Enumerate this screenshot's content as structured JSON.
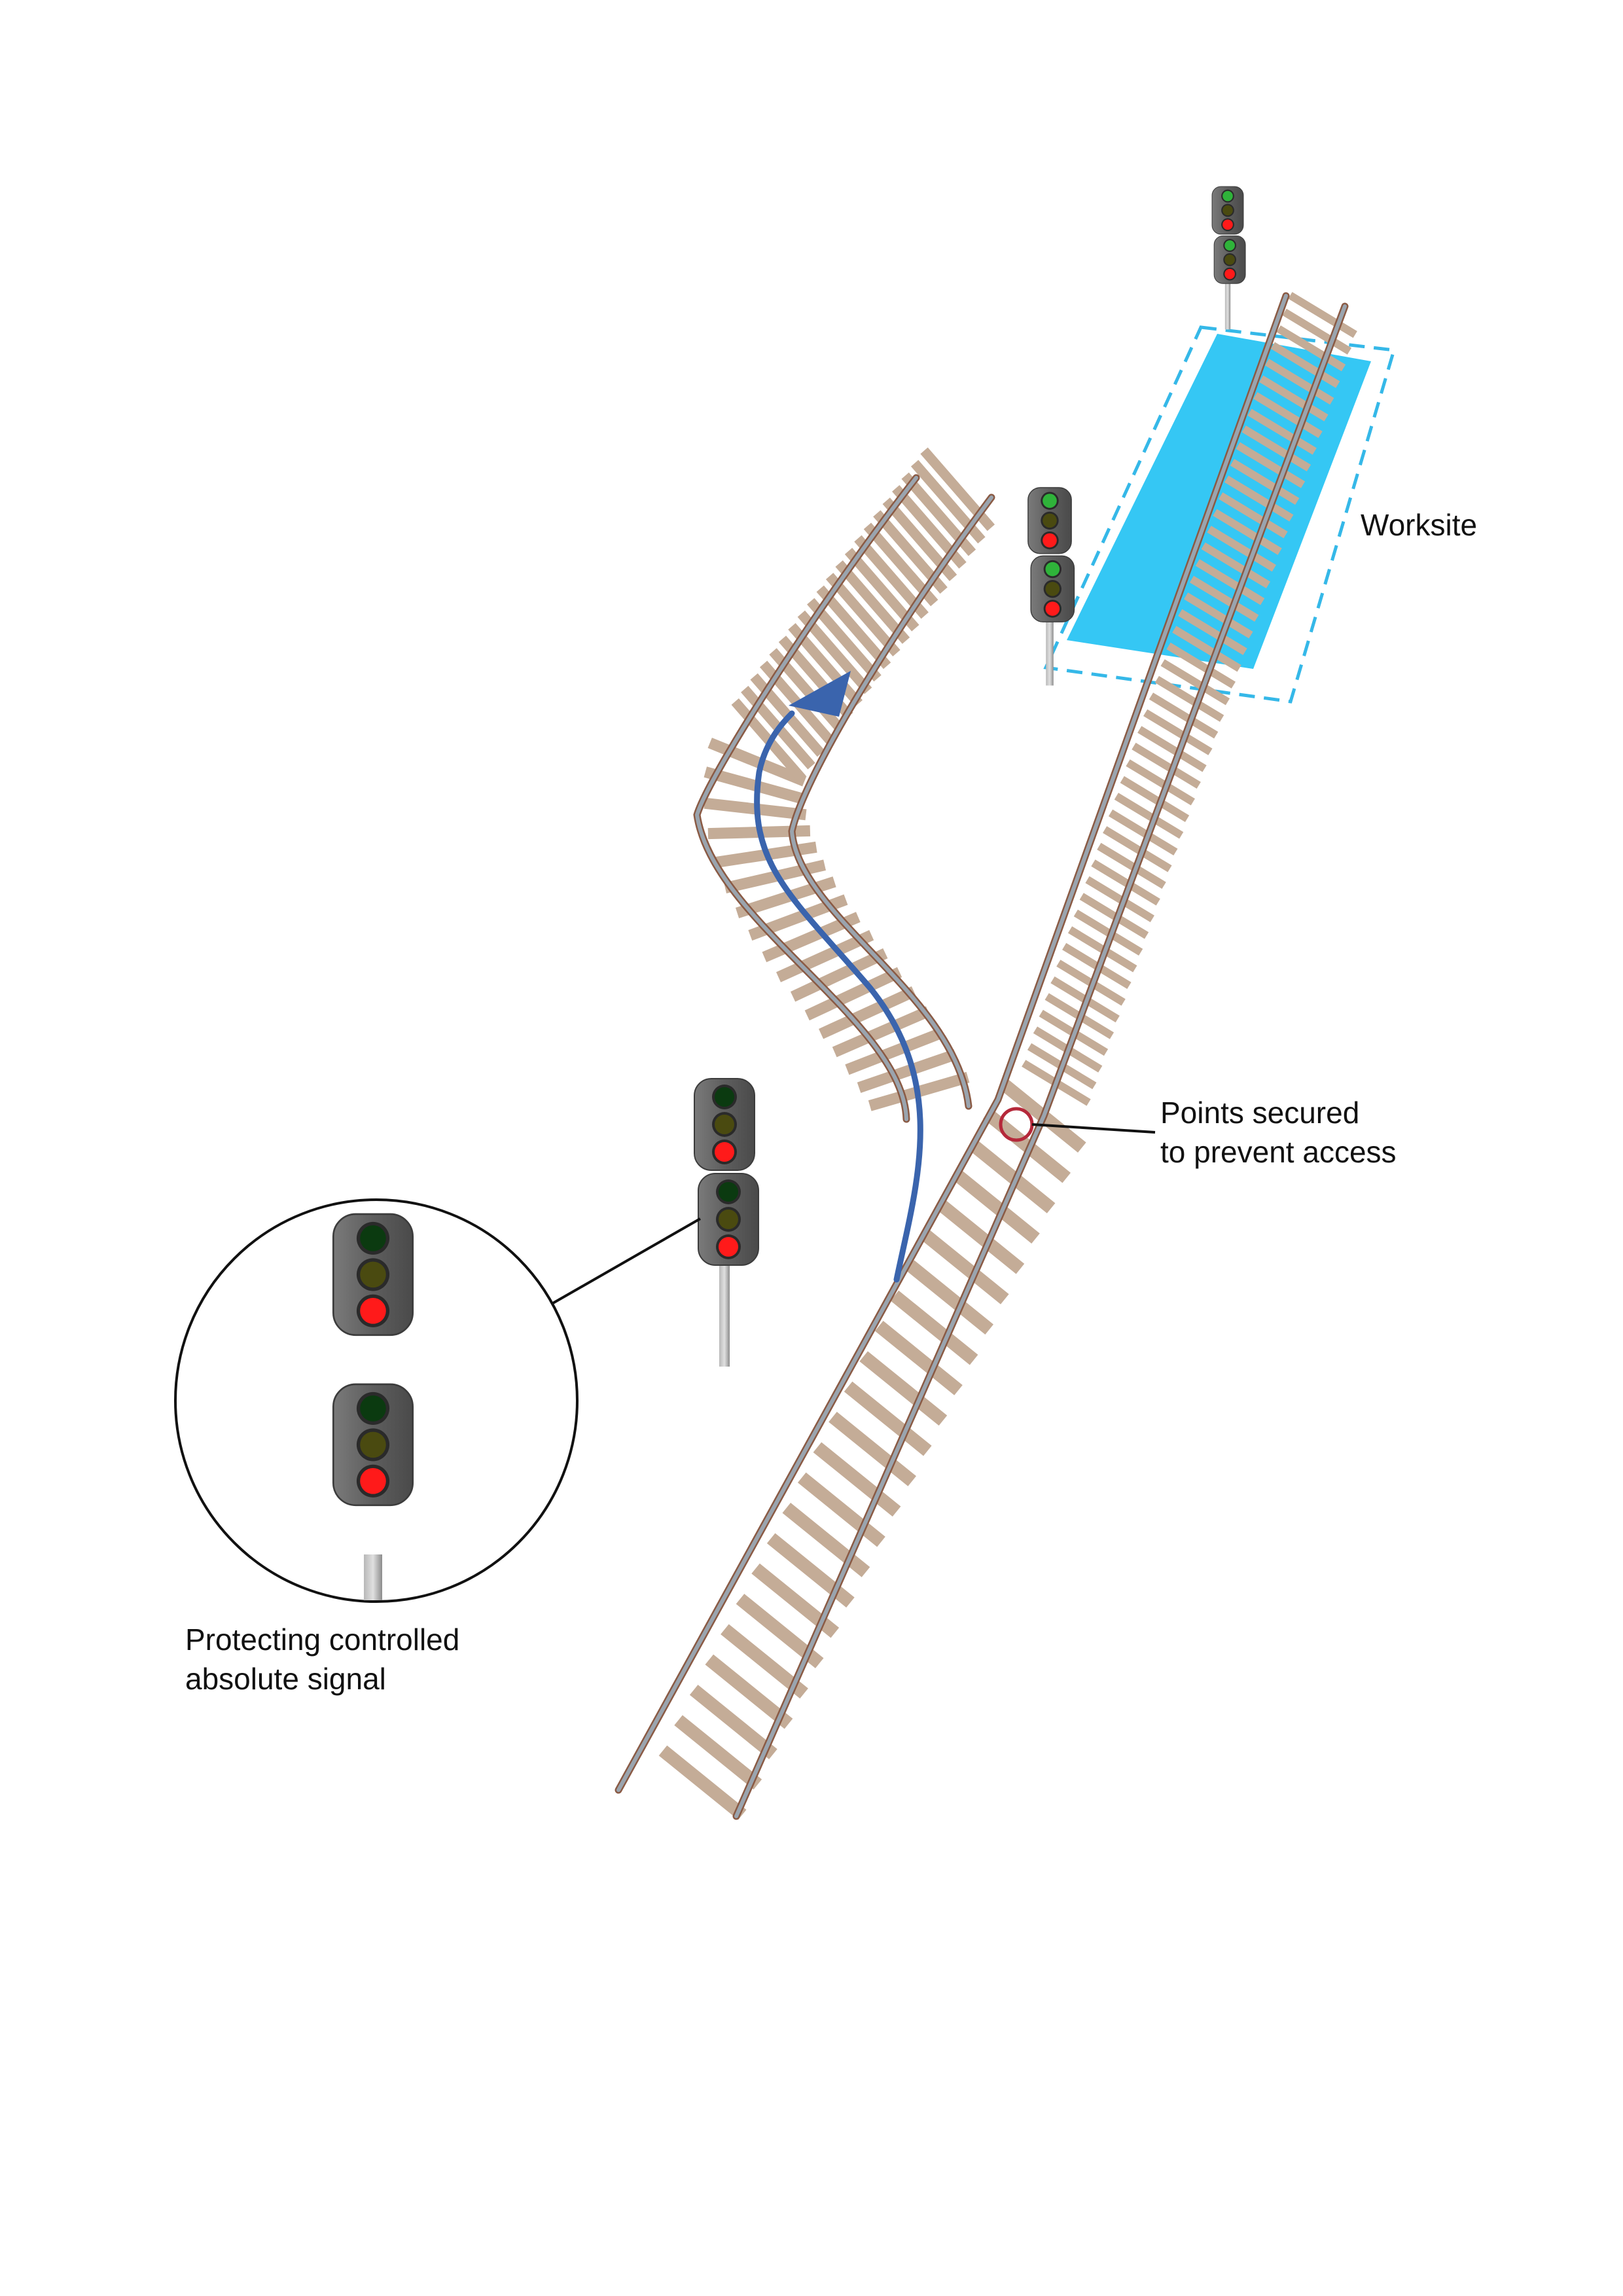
{
  "labels": {
    "worksite": "Worksite",
    "points_line1": "Points secured",
    "points_line2": "to prevent access",
    "signal_line1": "Protecting controlled",
    "signal_line2": "absolute signal"
  },
  "colors": {
    "sleeper": "#c4ac97",
    "rail_steel": "#9aa4ae",
    "rail_rust": "#8a5a44",
    "route_arrow": "#3a64ad",
    "worksite_fill": "#35c7f4",
    "worksite_border": "#35b8e8",
    "points_marker": "#b5283a",
    "signal_head": "#6b6b6b",
    "aspect_green": "#0b3a10",
    "aspect_yellow": "#4a4a10",
    "aspect_red": "#ff1a1a",
    "callout_line": "#111111"
  }
}
